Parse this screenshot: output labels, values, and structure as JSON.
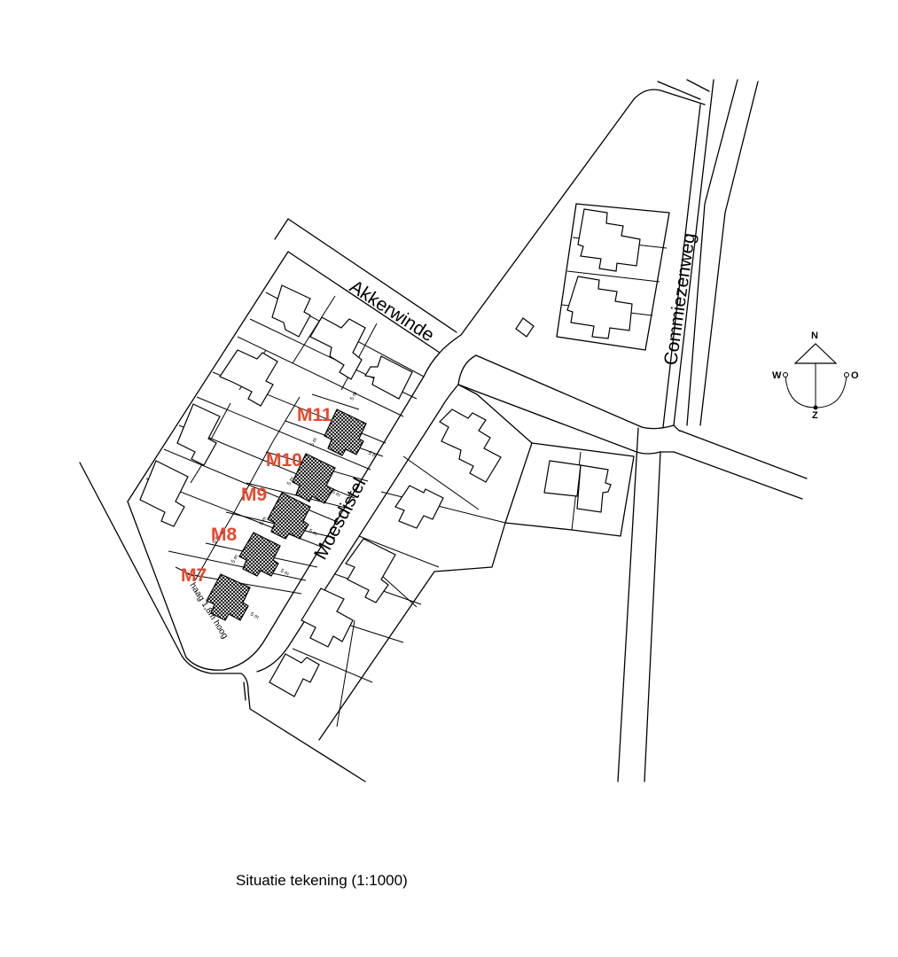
{
  "caption": "Situatie tekening (1:1000)",
  "streets": {
    "akkerwinde": "Akkerwinde",
    "moesdistel": "Moesdistel",
    "commiezenweg": "Commiezenweg"
  },
  "plots": [
    "M7",
    "M8",
    "M9",
    "M10",
    "M11"
  ],
  "hedge_note": "haag 1,8m hoog",
  "dimension_label": "5 m",
  "compass": {
    "north": "N",
    "south": "Z",
    "west": "W",
    "east": "O"
  },
  "colors": {
    "plot_label": "#e8472c",
    "lines": "#000000"
  }
}
